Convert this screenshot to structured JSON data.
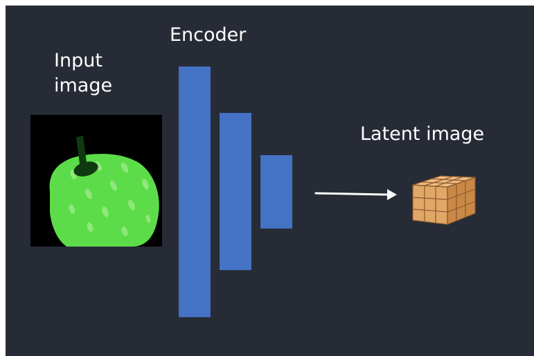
{
  "labels": {
    "input": "Input\nimage",
    "encoder": "Encoder",
    "latent": "Latent image"
  },
  "icons": {
    "input_image": "green-apple-drawing",
    "latent": "orange-cube-grid-icon",
    "arrow": "right-arrow-icon"
  },
  "colors": {
    "background": "#262b35",
    "encoder": "#4472c4",
    "apple": "#5ddc4a",
    "cube": "#e0a766"
  }
}
